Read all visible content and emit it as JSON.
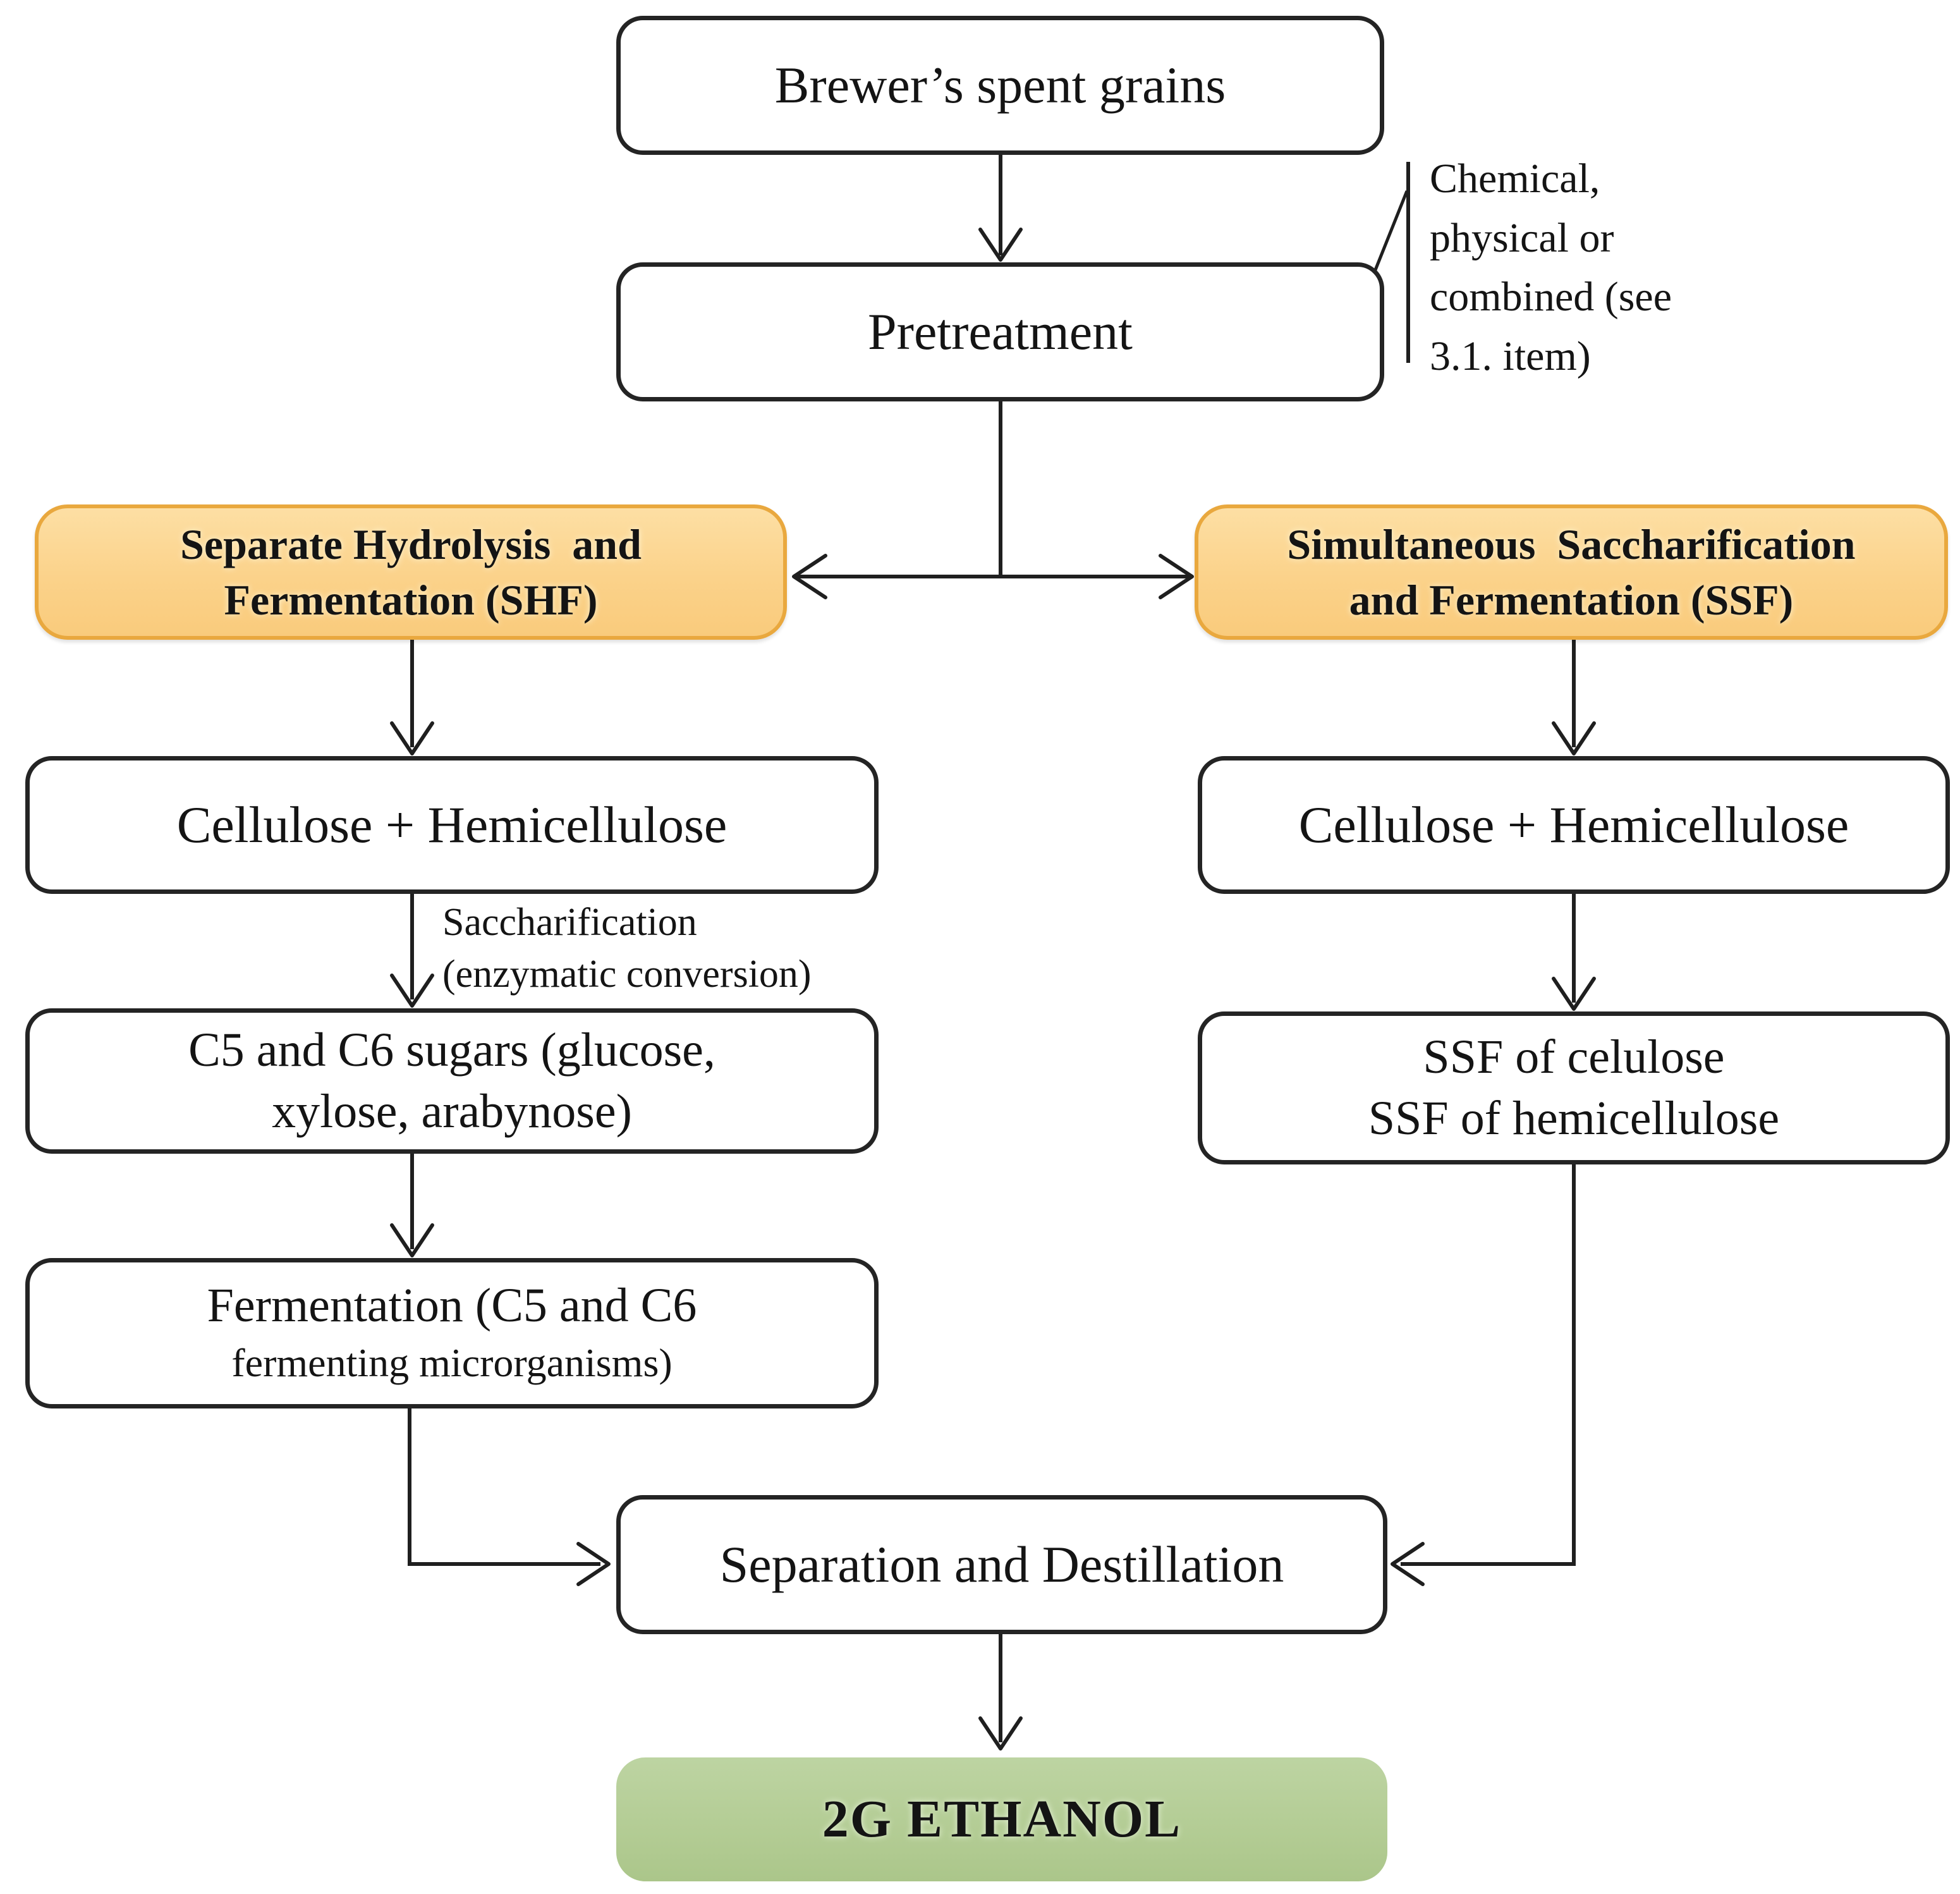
{
  "diagram": {
    "title_implicit": "Brewer's spent grains to 2G ethanol process flowchart",
    "colors": {
      "background": "#ffffff",
      "box_border": "#242424",
      "line": "#1f1f1f",
      "accent_orange_fill": "#fbd28a",
      "accent_orange_border": "#e9a83e",
      "final_green_fill": "#b3cc94"
    },
    "nodes": {
      "brewers_spent_grains": {
        "label": "Brewer’s spent grains"
      },
      "pretreatment": {
        "label": "Pretreatment"
      },
      "pretreatment_note": {
        "label": "Chemical,\nphysical or\ncombined (see\n3.1. item)"
      },
      "shf": {
        "label": "Separate Hydrolysis  and\nFermentation (SHF)"
      },
      "ssf": {
        "label": "Simultaneous  Saccharification\nand Fermentation (SSF)"
      },
      "cellulose_left": {
        "label": "Cellulose + Hemicellulose"
      },
      "saccharification_edge_label": {
        "label": "Saccharification\n(enzymatic conversion)"
      },
      "c5_c6_sugars": {
        "label": "C5 and C6 sugars (glucose,\nxylose, arabynose)"
      },
      "fermentation": {
        "line1": "Fermentation (C5 and C6",
        "line2": "fermenting microrganisms)"
      },
      "cellulose_right": {
        "label": "Cellulose + Hemicellulose"
      },
      "ssf_products": {
        "label": "SSF of celulose\nSSF of hemicellulose"
      },
      "separation": {
        "label": "Separation and Destillation"
      },
      "ethanol": {
        "label": "2G ETHANOL"
      }
    },
    "edges": [
      {
        "from": "brewers_spent_grains",
        "to": "pretreatment"
      },
      {
        "from": "pretreatment",
        "to": "shf"
      },
      {
        "from": "pretreatment",
        "to": "ssf"
      },
      {
        "from": "pretreatment",
        "to": "pretreatment_note",
        "style": "annotation"
      },
      {
        "from": "shf",
        "to": "cellulose_left"
      },
      {
        "from": "cellulose_left",
        "to": "c5_c6_sugars",
        "label": "Saccharification (enzymatic conversion)"
      },
      {
        "from": "c5_c6_sugars",
        "to": "fermentation"
      },
      {
        "from": "fermentation",
        "to": "separation"
      },
      {
        "from": "ssf",
        "to": "cellulose_right"
      },
      {
        "from": "cellulose_right",
        "to": "ssf_products"
      },
      {
        "from": "ssf_products",
        "to": "separation"
      },
      {
        "from": "separation",
        "to": "ethanol"
      }
    ]
  }
}
